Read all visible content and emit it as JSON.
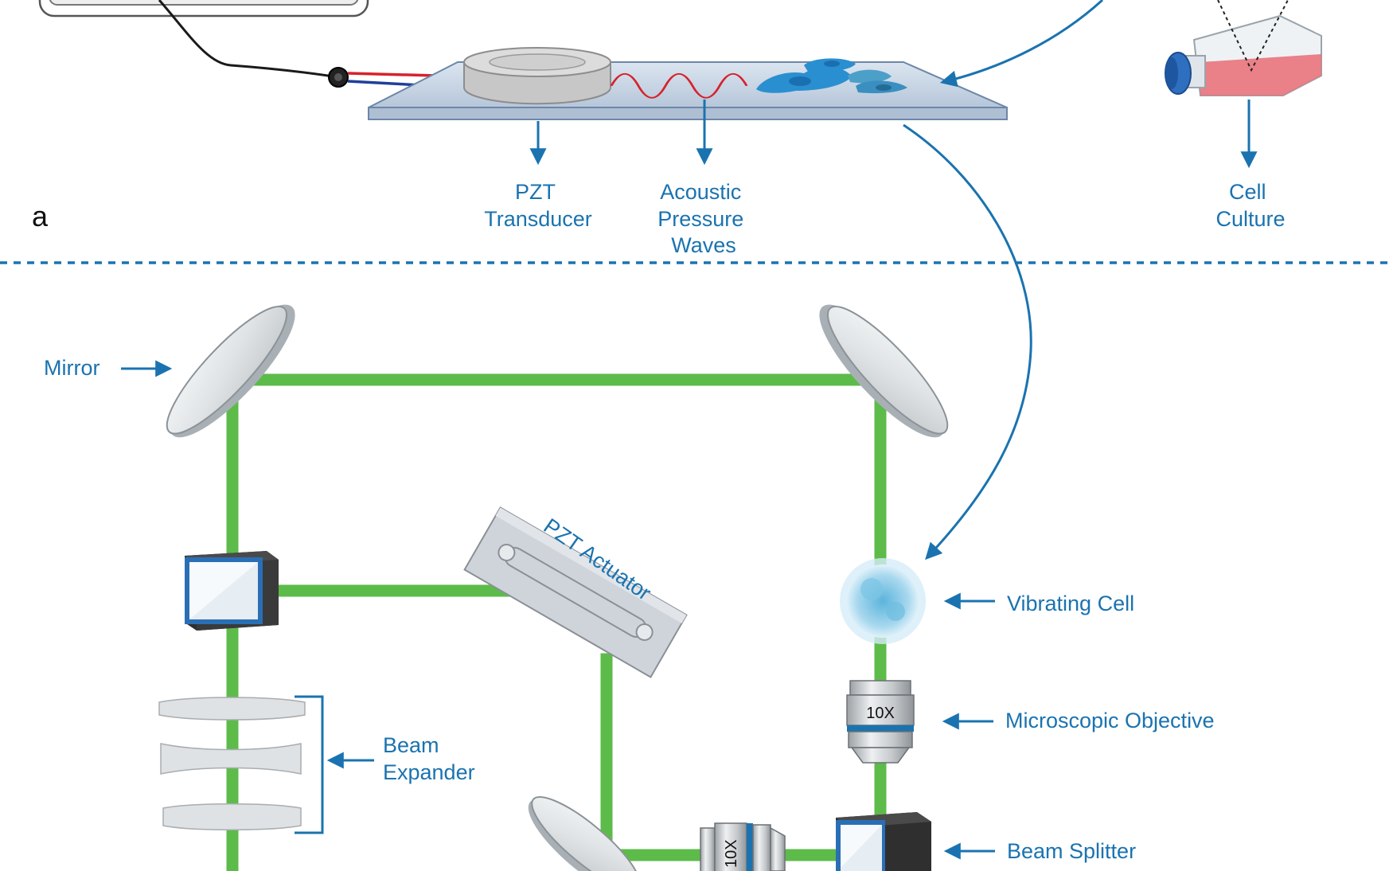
{
  "panel_label": "a",
  "labels": {
    "pzt_transducer": [
      "PZT",
      "Transducer"
    ],
    "acoustic_waves": [
      "Acoustic",
      "Pressure",
      "Waves"
    ],
    "cell_culture": [
      "Cell",
      "Culture"
    ],
    "mirror": "Mirror",
    "pzt_actuator": "PZT Actuator",
    "vibrating_cell": "Vibrating Cell",
    "microscopic_objective": "Microscopic Objective",
    "beam_expander": [
      "Beam",
      "Expander"
    ],
    "beam_splitter": "Beam Splitter"
  },
  "objective_marking": "10X",
  "colors": {
    "label_blue": "#1a73b0",
    "beam_green": "#5dbb4a",
    "beam_light": "#a6d45c",
    "glass": "#c9d6e6",
    "cell_blue": "#2a8fd0",
    "flask_red": "#e9737c",
    "wire_red": "#d6222c",
    "wire_blue": "#1f3f99"
  }
}
